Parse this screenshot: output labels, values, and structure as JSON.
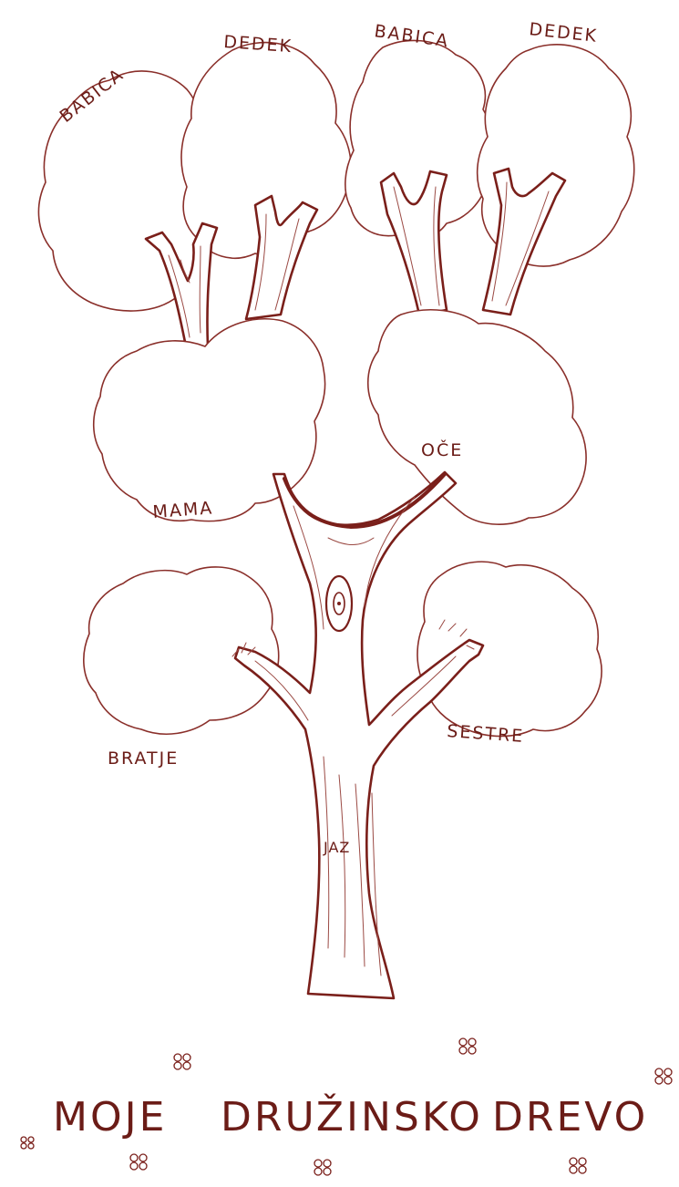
{
  "labels": {
    "grandmother_left": "BABICA",
    "grandfather_left": "DEDEK",
    "grandmother_right": "BABICA",
    "grandfather_right": "DEDEK",
    "mother": "MAMA",
    "father": "OČE",
    "brothers": "BRATJE",
    "sisters": "SESTRE",
    "self": "JAZ"
  },
  "title": {
    "word1": "MOJE",
    "word2": "DRUŽINSKO",
    "word3": "DREVO"
  },
  "colors": {
    "ink": "#7a1f1a",
    "paper": "#ffffff"
  }
}
